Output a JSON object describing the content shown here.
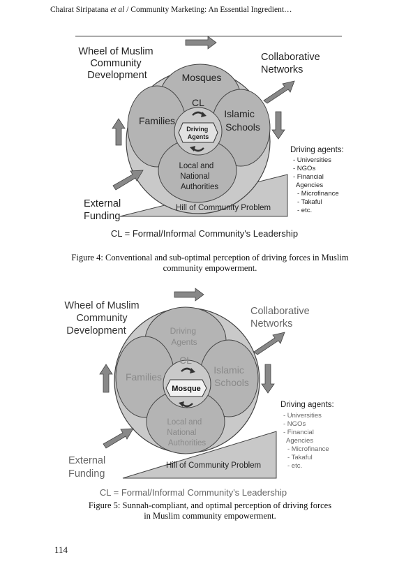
{
  "header": {
    "author": "Chairat Siripatana",
    "et_al": "et al",
    "title_rest": "/ Community Marketing: An Essential Ingredient…"
  },
  "figure4": {
    "wheel_label": [
      "Wheel of Muslim",
      "Community",
      "Development"
    ],
    "collab_label": [
      "Collaborative",
      "Networks"
    ],
    "funding_label": [
      "External",
      "Funding"
    ],
    "hill_label": "Hill of Community Problem",
    "top_circle": "Mosques",
    "left_circle": "Families",
    "right_circle": [
      "Islamic",
      "Schools"
    ],
    "bottom_circle": [
      "Local and",
      "National",
      "Authorities"
    ],
    "center_cl": "CL",
    "center_box": [
      "Driving",
      "Agents"
    ],
    "agents_title": "Driving agents:",
    "agents_list": [
      "- Universities",
      "- NGOs",
      "- Financial",
      "Agencies",
      "- Microfinance",
      "- Takaful",
      "- etc."
    ],
    "cl_legend": "CL = Formal/Informal Community's Leadership",
    "caption": [
      "Figure 4: Conventional and sub-optimal perception of driving forces in Muslim",
      "community empowerment."
    ]
  },
  "figure5": {
    "wheel_label": [
      "Wheel of Muslim",
      "Community",
      "Development"
    ],
    "collab_label": [
      "Collaborative",
      "Networks"
    ],
    "funding_label": [
      "External",
      "Funding"
    ],
    "hill_label": "Hill of Community Problem",
    "top_circle": [
      "Driving",
      "Agents"
    ],
    "left_circle": "Families",
    "right_circle": [
      "Islamic",
      "Schools"
    ],
    "bottom_circle": [
      "Local and",
      "National",
      "Authorities"
    ],
    "center_cl": "CL",
    "center_box": "Mosque",
    "agents_title": "Driving agents:",
    "agents_list": [
      "- Universities",
      "- NGOs",
      "- Financial",
      "Agencies",
      "- Microfinance",
      "- Takaful",
      "- etc."
    ],
    "cl_legend": "CL = Formal/Informal Community's Leadership",
    "caption": [
      "Figure 5: Sunnah-compliant, and optimal perception of driving forces",
      "in Muslim community empowerment."
    ]
  },
  "page_number": "114"
}
